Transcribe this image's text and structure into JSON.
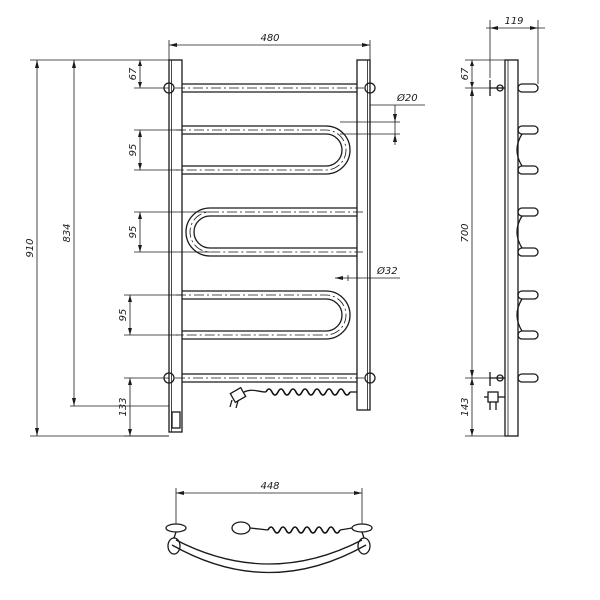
{
  "dimensions": {
    "front_width": "480",
    "total_height": "910",
    "bar_span": "834",
    "top_offset": "67",
    "tube_diameter": "Ø20",
    "bend_pitch_1": "95",
    "bend_pitch_2": "95",
    "bend_pitch_3": "95",
    "bend_diameter": "Ø32",
    "bottom_offset": "133",
    "side_depth": "119",
    "side_top_offset": "67",
    "center_distance": "700",
    "side_bottom_offset": "143",
    "bottom_width": "448"
  }
}
